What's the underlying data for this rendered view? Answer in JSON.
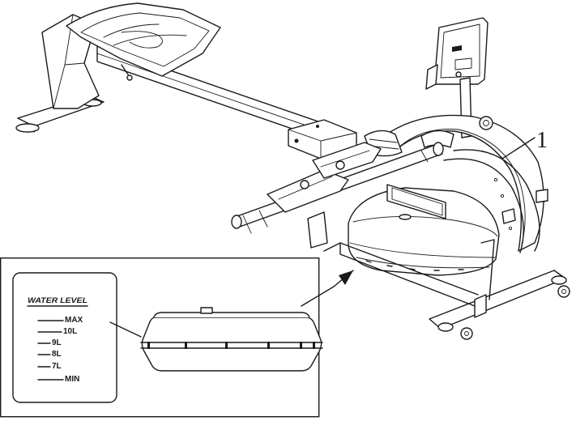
{
  "part_number": "1",
  "water_level": {
    "title": "WATER LEVEL",
    "marks": [
      "MAX",
      "10L",
      "9L",
      "8L",
      "7L",
      "MIN"
    ]
  }
}
